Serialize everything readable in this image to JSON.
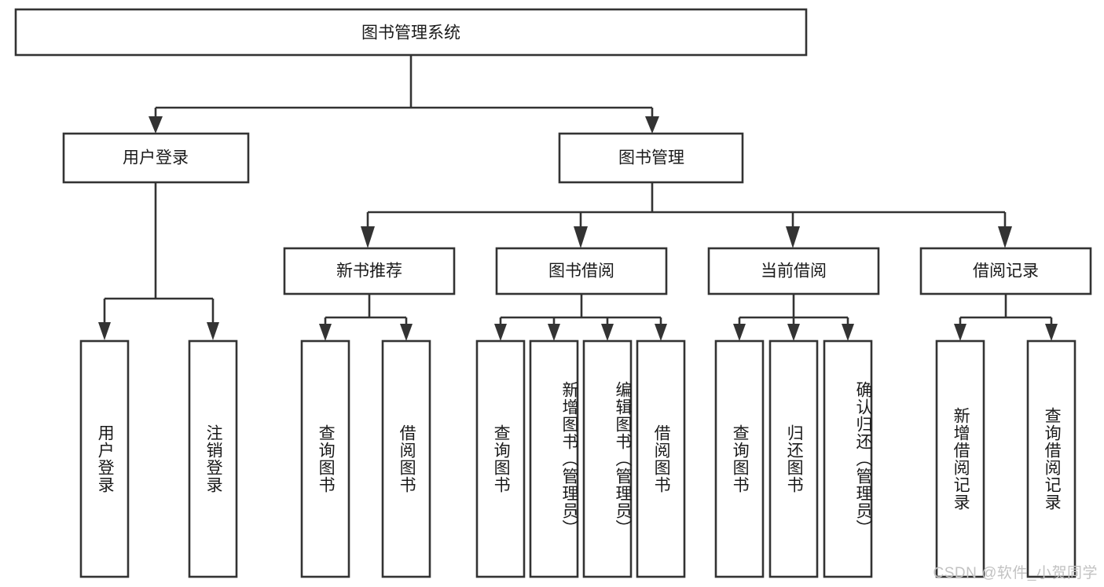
{
  "diagram": {
    "type": "tree",
    "title": "图书管理系统",
    "orientation": "top-down",
    "root": {
      "id": "root",
      "label": "图书管理系统"
    },
    "level2": [
      {
        "id": "user-login",
        "label": "用户登录"
      },
      {
        "id": "book-manage",
        "label": "图书管理"
      }
    ],
    "level3": [
      {
        "id": "new-book-recommend",
        "label": "新书推荐",
        "parent": "book-manage"
      },
      {
        "id": "book-borrow",
        "label": "图书借阅",
        "parent": "book-manage"
      },
      {
        "id": "current-borrow",
        "label": "当前借阅",
        "parent": "book-manage"
      },
      {
        "id": "borrow-record",
        "label": "借阅记录",
        "parent": "book-manage"
      }
    ],
    "leaves": [
      {
        "id": "leaf-user-login",
        "label": "用户登录",
        "parent": "user-login"
      },
      {
        "id": "leaf-user-logout",
        "label": "注销登录",
        "parent": "user-login"
      },
      {
        "id": "leaf-query-book-1",
        "label": "查询图书",
        "parent": "new-book-recommend"
      },
      {
        "id": "leaf-borrow-book-1",
        "label": "借阅图书",
        "parent": "new-book-recommend"
      },
      {
        "id": "leaf-query-book-2",
        "label": "查询图书",
        "parent": "book-borrow"
      },
      {
        "id": "leaf-add-book",
        "label": "新增图书（管理员）",
        "parent": "book-borrow"
      },
      {
        "id": "leaf-edit-book",
        "label": "编辑图书（管理员）",
        "parent": "book-borrow"
      },
      {
        "id": "leaf-borrow-book-2",
        "label": "借阅图书",
        "parent": "book-borrow"
      },
      {
        "id": "leaf-query-book-3",
        "label": "查询图书",
        "parent": "current-borrow"
      },
      {
        "id": "leaf-return-book",
        "label": "归还图书",
        "parent": "current-borrow"
      },
      {
        "id": "leaf-confirm-return",
        "label": "确认归还（管理员）",
        "parent": "current-borrow"
      },
      {
        "id": "leaf-add-record",
        "label": "新增借阅记录",
        "parent": "borrow-record"
      },
      {
        "id": "leaf-query-record",
        "label": "查询借阅记录",
        "parent": "borrow-record"
      }
    ]
  },
  "watermark": {
    "text": "CSDN @软件_小贺同学"
  },
  "colors": {
    "stroke": "#333333",
    "box_fill": "#ffffff",
    "text": "#1a1a1a",
    "watermark": "#c2c2c2",
    "background": "#ffffff"
  }
}
